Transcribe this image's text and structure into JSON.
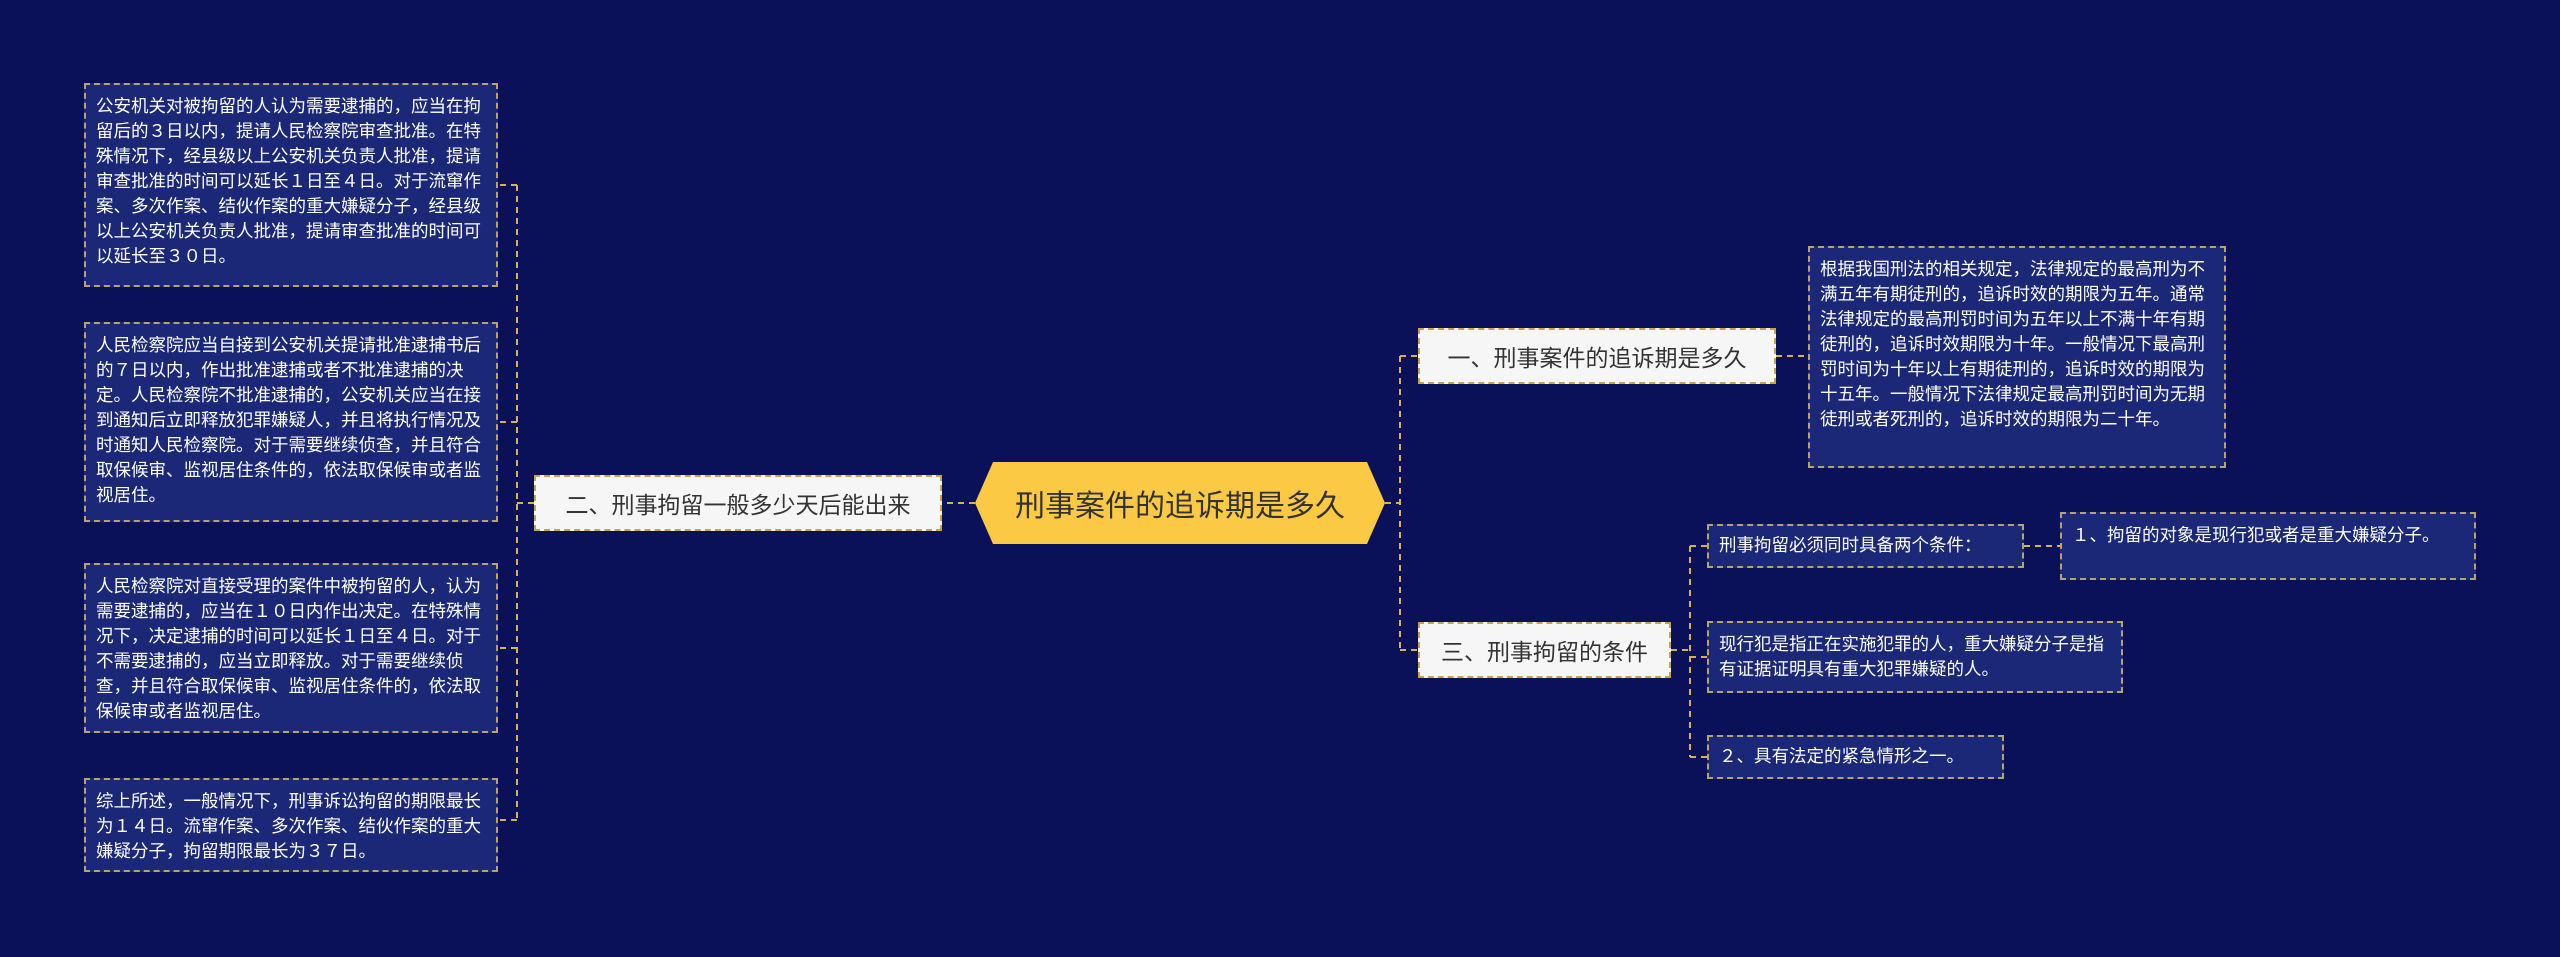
{
  "root": {
    "label": "刑事案件的追诉期是多久"
  },
  "left_branch": {
    "label": "二、刑事拘留一般多少天后能出来",
    "items": [
      "公安机关对被拘留的人认为需要逮捕的，应当在拘留后的３日以内，提请人民检察院审查批准。在特殊情况下，经县级以上公安机关负责人批准，提请审查批准的时间可以延长１日至４日。对于流窜作案、多次作案、结伙作案的重大嫌疑分子，经县级以上公安机关负责人批准，提请审查批准的时间可以延长至３０日。",
      "人民检察院应当自接到公安机关提请批准逮捕书后的７日以内，作出批准逮捕或者不批准逮捕的决定。人民检察院不批准逮捕的，公安机关应当在接到通知后立即释放犯罪嫌疑人，并且将执行情况及时通知人民检察院。对于需要继续侦查，并且符合取保候审、监视居住条件的，依法取保候审或者监视居住。",
      "人民检察院对直接受理的案件中被拘留的人，认为需要逮捕的，应当在１０日内作出决定。在特殊情况下，决定逮捕的时间可以延长１日至４日。对于不需要逮捕的，应当立即释放。对于需要继续侦查，并且符合取保候审、监视居住条件的，依法取保候审或者监视居住。",
      "综上所述，一般情况下，刑事诉讼拘留的期限最长为１４日。流窜作案、多次作案、结伙作案的重大嫌疑分子，拘留期限最长为３７日。"
    ]
  },
  "right_branch_1": {
    "label": "一、刑事案件的追诉期是多久",
    "text": "根据我国刑法的相关规定，法律规定的最高刑为不满五年有期徒刑的，追诉时效的期限为五年。通常法律规定的最高刑罚时间为五年以上不满十年有期徒刑的，追诉时效期限为十年。一般情况下最高刑罚时间为十年以上有期徒刑的，追诉时效的期限为十五年。一般情况下法律规定最高刑罚时间为无期徒刑或者死刑的，追诉时效的期限为二十年。"
  },
  "right_branch_3": {
    "label": "三、刑事拘留的条件",
    "condition": {
      "label": "刑事拘留必须同时具备两个条件：",
      "sub": "１、拘留的对象是现行犯或者是重大嫌疑分子。"
    },
    "note": "现行犯是指正在实施犯罪的人，重大嫌疑分子是指有证据证明具有重大犯罪嫌疑的人。",
    "item2": "２、具有法定的紧急情形之一。"
  }
}
